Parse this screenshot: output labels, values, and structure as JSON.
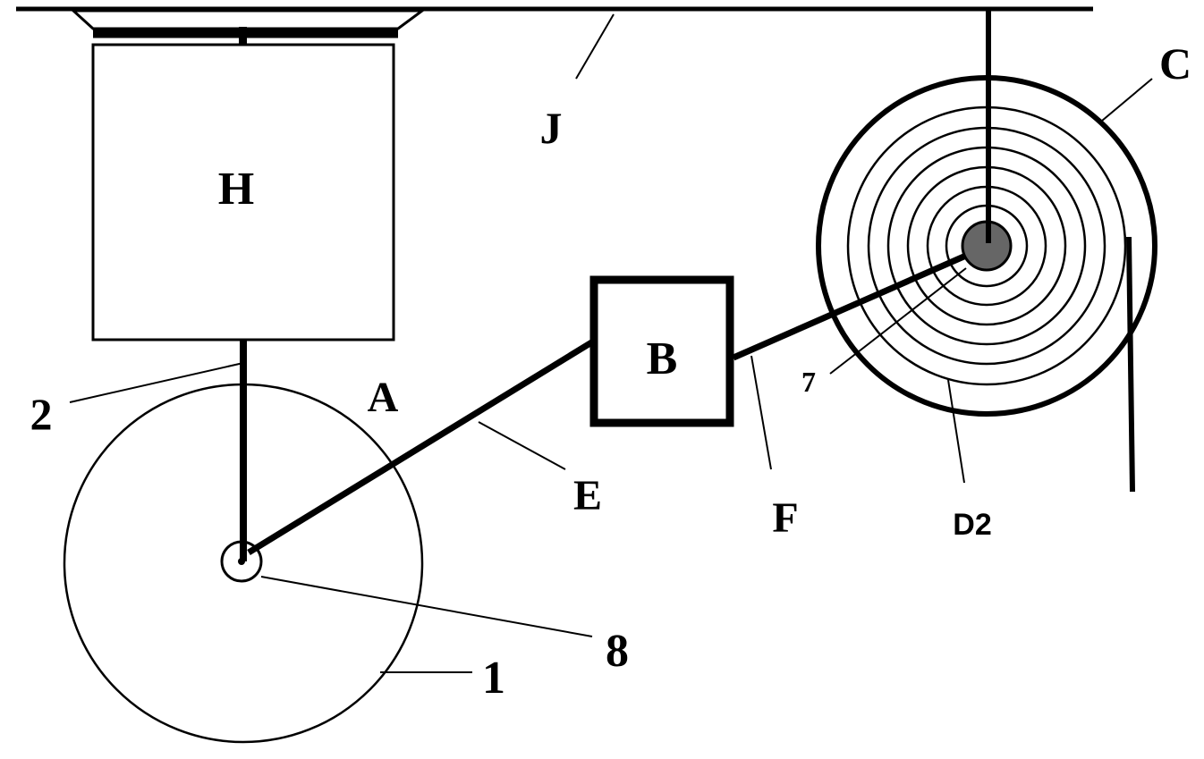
{
  "labels": {
    "H": "H",
    "J": "J",
    "C": "C",
    "B": "B",
    "A": "A",
    "two": "2",
    "E": "E",
    "F": "F",
    "D2": "D2",
    "seven": "7",
    "eight": "8",
    "one": "1"
  },
  "colors": {
    "line": "#000000",
    "background": "#ffffff"
  }
}
